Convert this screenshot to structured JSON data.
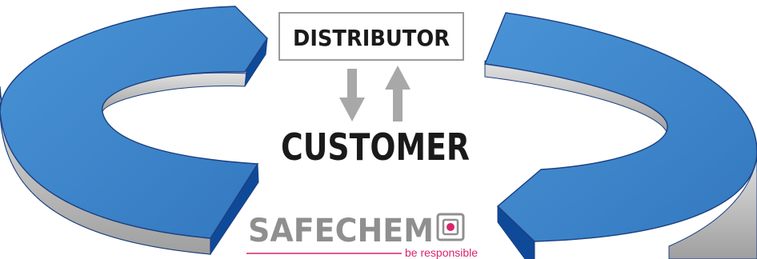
{
  "diagram": {
    "top_label": "DISTRIBUTOR",
    "center_label": "CUSTOMER",
    "arrows": [
      "down",
      "up"
    ]
  },
  "brand": {
    "name": "SAFECHEM",
    "tagline": "be responsible",
    "logo_icon": "square-swirl-icon"
  },
  "colors": {
    "arc_top": "#3d86cc",
    "arc_outline": "#1b3f80",
    "arc_side_dark": "#0f4a99",
    "arc_wall": "#bdbdbd",
    "arrow": "#a8a8a8",
    "box_border": "#9a9a9a",
    "text": "#1a1a1a",
    "brand_grey": "#8f8f8f",
    "brand_pink": "#d9246e"
  }
}
